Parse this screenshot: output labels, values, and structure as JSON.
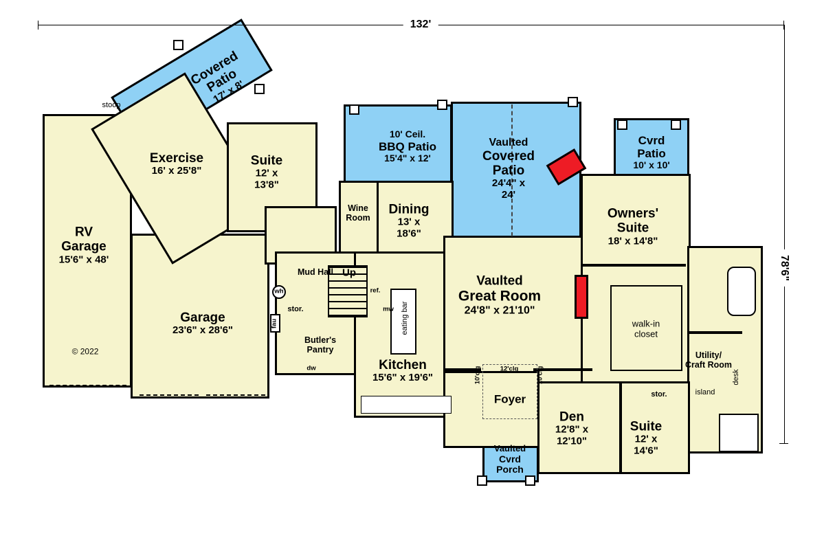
{
  "plan": {
    "copyright": "© 2022",
    "overall": {
      "width": "132'",
      "depth": "78'6\""
    }
  },
  "colors": {
    "interior": "#f6f4cd",
    "patio": "#8fd1f5",
    "wall": "#000000",
    "fireplace": "#ee1c25"
  },
  "rooms": {
    "covered_patio": {
      "name": "Covered\nPatio",
      "dims": "17' x 8'"
    },
    "stoop": {
      "name": "stoop"
    },
    "exercise": {
      "name": "Exercise",
      "dims": "16' x 25'8\""
    },
    "suite_upper": {
      "name": "Suite",
      "dims": "12' x\n13'8\""
    },
    "rv_garage": {
      "name": "RV\nGarage",
      "dims": "15'6\" x 48'"
    },
    "garage": {
      "name": "Garage",
      "dims": "23'6\" x 28'6\""
    },
    "wine_room": {
      "name": "Wine\nRoom"
    },
    "dining": {
      "name": "Dining",
      "dims": "13' x\n18'6\""
    },
    "bbq_patio": {
      "ceiling": "10' Ceil.",
      "name": "BBQ Patio",
      "dims": "15'4\" x 12'"
    },
    "vaulted_patio": {
      "prefix": "Vaulted",
      "name": "Covered\nPatio",
      "dims": "24'4\" x\n24'"
    },
    "cvrd_patio": {
      "name": "Cvrd\nPatio",
      "dims": "10' x 10'"
    },
    "owners_suite": {
      "name": "Owners'\nSuite",
      "dims": "18' x 14'8\""
    },
    "mud_hall": {
      "name": "Mud Hall"
    },
    "up": {
      "name": "Up"
    },
    "stor_mud": {
      "name": "stor."
    },
    "butlers_pantry": {
      "name": "Butler's\nPantry"
    },
    "great_room": {
      "prefix": "Vaulted",
      "name": "Great Room",
      "dims": "24'8\" x 21'10\""
    },
    "walk_in_closet": {
      "name": "walk-in\ncloset"
    },
    "kitchen": {
      "name": "Kitchen",
      "dims": "15'6\" x 19'6\""
    },
    "eating_bar": {
      "name": "eating bar"
    },
    "ref": {
      "name": "ref."
    },
    "mw": {
      "name": "mw"
    },
    "wh": {
      "name": "wh"
    },
    "fau": {
      "name": "fau"
    },
    "dw": {
      "name": "dw"
    },
    "foyer": {
      "name": "Foyer"
    },
    "clg10_left": {
      "name": "10'clg"
    },
    "clg12": {
      "name": "12'clg"
    },
    "clg10_right": {
      "name": "10'clg"
    },
    "den": {
      "name": "Den",
      "dims": "12'8\" x\n12'10\""
    },
    "suite_lower": {
      "name": "Suite",
      "dims": "12' x\n14'6\""
    },
    "utility": {
      "name": "Utility/\nCraft Room"
    },
    "island": {
      "name": "island"
    },
    "stor_utility": {
      "name": "stor."
    },
    "desk": {
      "name": "desk"
    },
    "cvrd_porch": {
      "prefix": "Vaulted",
      "name": "Cvrd\nPorch"
    }
  }
}
